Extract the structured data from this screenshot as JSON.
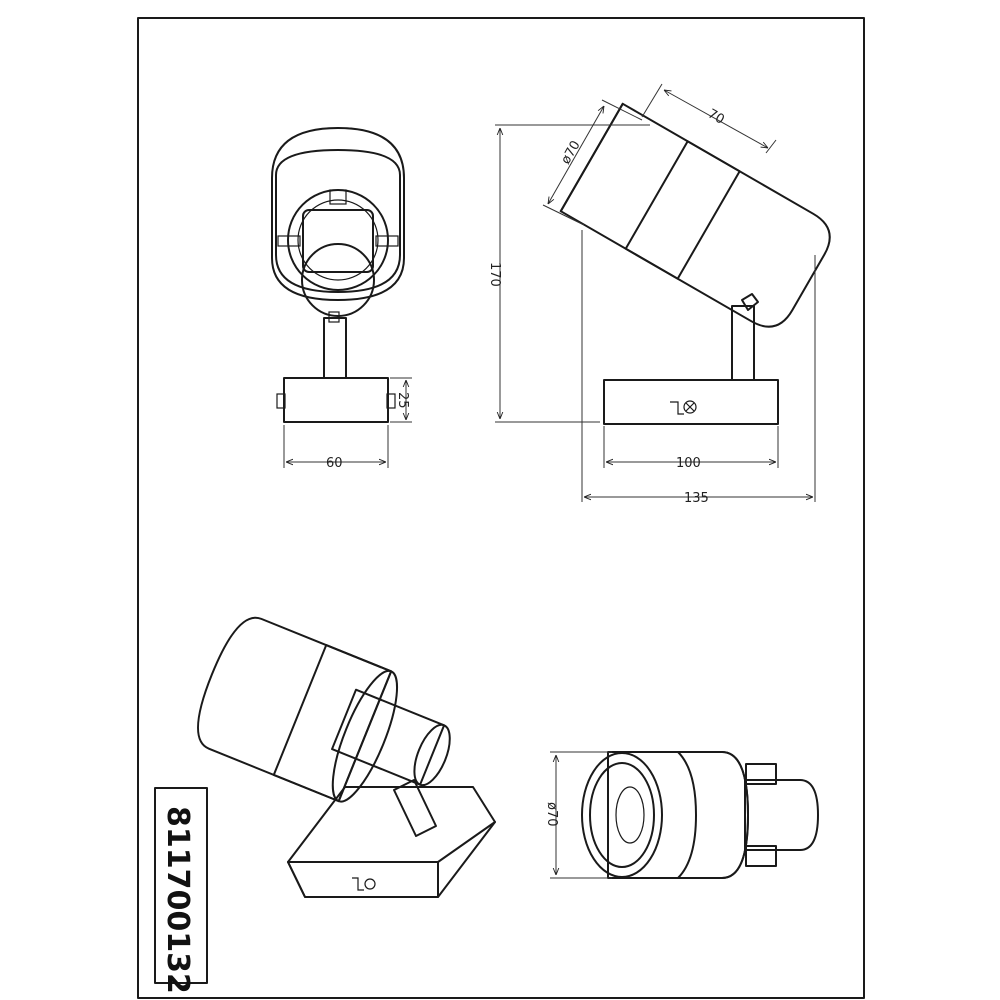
{
  "drawing": {
    "product_code": "811700132",
    "dimensions": {
      "front_base_height": "25",
      "front_base_width": "60",
      "side_total_height": "170",
      "side_base_width": "100",
      "side_total_width": "135",
      "shade_length": "70",
      "shade_diameter": "ø70",
      "bottom_view_diameter": "ø70"
    }
  }
}
